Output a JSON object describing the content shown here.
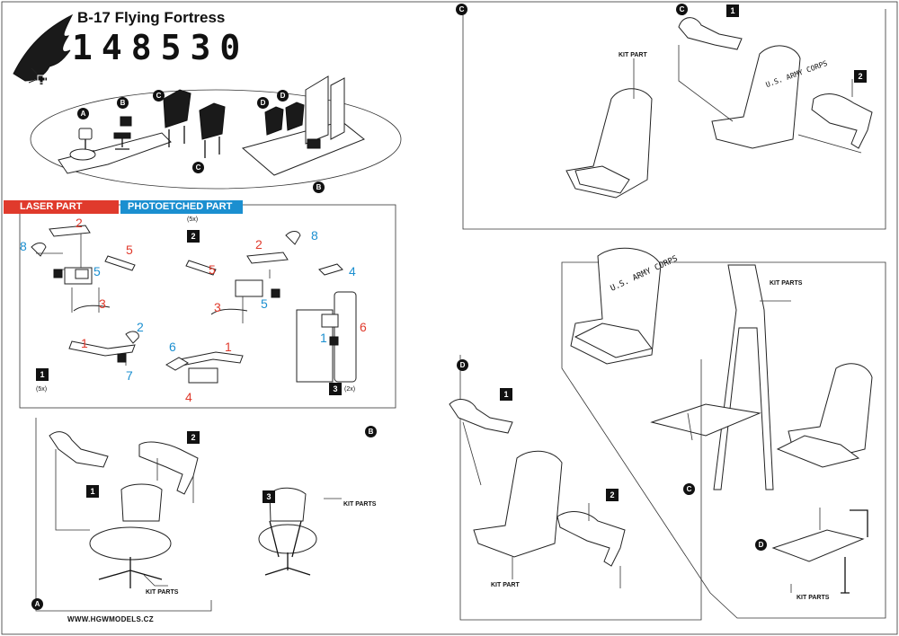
{
  "header": {
    "title": "B-17 Flying Fortress",
    "code": "148530",
    "laser_label": "LASER PART",
    "photoetched_label": "PHOTOETCHED PART"
  },
  "overview": {
    "labels": [
      "A",
      "B",
      "C",
      "C",
      "D",
      "D",
      "B"
    ]
  },
  "parts_panel": {
    "steps": [
      "1",
      "2",
      "3"
    ],
    "qty_step1": "(5x)",
    "qty_step2": "(5x)",
    "qty_step3": "(2x)",
    "left_numbers": [
      "2",
      "8",
      "5",
      "5",
      "3",
      "2",
      "1",
      "7"
    ],
    "right_numbers": [
      "2",
      "8",
      "5",
      "5",
      "3",
      "6",
      "1",
      "4"
    ],
    "step3_numbers": [
      "4",
      "1",
      "6"
    ]
  },
  "section_a": {
    "marker": "A",
    "marker_b": "B",
    "step1": "1",
    "step2": "2",
    "step3": "3",
    "kit_parts": "KIT PARTS",
    "kit_parts_b": "KIT PARTS"
  },
  "section_top_right": {
    "marker": "C",
    "kit_part": "KIT PART",
    "step1": "1",
    "step2": "2"
  },
  "section_d": {
    "marker": "D",
    "step1": "1",
    "step2": "2",
    "kit_part": "KIT PART"
  },
  "section_c": {
    "kit_parts": "KIT PARTS",
    "marker_c": "C",
    "marker_d": "D",
    "kit_parts_bottom": "KIT PARTS",
    "stencil": "U.S. ARMY CORPS"
  },
  "footer": {
    "website": "WWW.HGWMODELS.CZ"
  }
}
